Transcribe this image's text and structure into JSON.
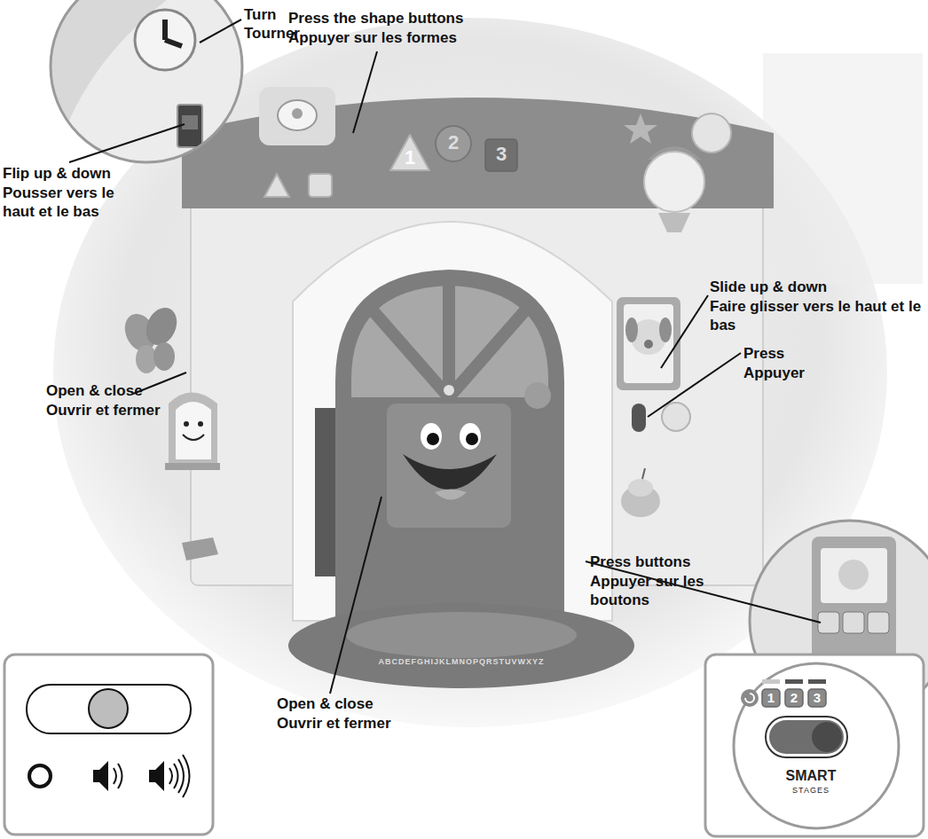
{
  "diagram": {
    "nodes": [
      {
        "text": [
          "1"
        ]
      },
      {
        "text": [
          "2"
        ]
      },
      {
        "text": [
          "3"
        ]
      },
      {
        "text": [
          "SMART",
          "STAGES"
        ]
      },
      {
        "text": [
          "1"
        ],
        "in": 3
      },
      {
        "text": [
          "2"
        ],
        "in": 3
      },
      {
        "text": [
          "3"
        ],
        "in": 3
      }
    ],
    "labels": [
      "Turn",
      "Tourner",
      "Press the shape buttons",
      "Appuyer sur les formes",
      "Flip up & down",
      "Pousser vers le haut et le bas",
      "Slide up & down",
      "Faire glisser vers le haut et le bas",
      "Press",
      "Appuyer",
      "Open & close",
      "Ouvrir et fermer",
      "Press buttons",
      "Appuyer sur les boutons",
      "Open & close",
      "Ouvrir et fermer",
      "ABCDEFGHIJKLMNOPQRSTUVWXYZ"
    ]
  }
}
